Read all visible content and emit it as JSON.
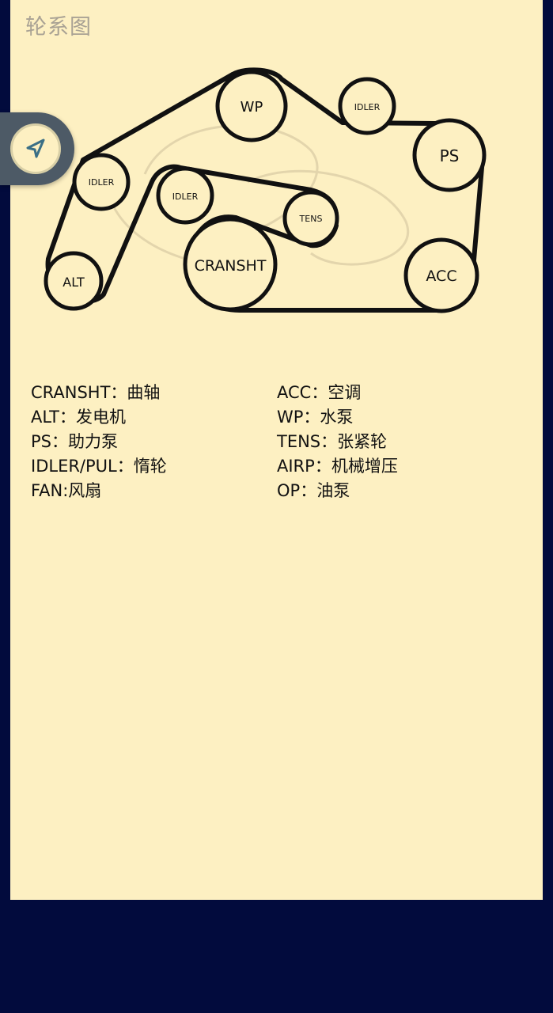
{
  "title": "轮系图",
  "pulleys": [
    {
      "label": "WP"
    },
    {
      "label": "IDLER"
    },
    {
      "label": "PS"
    },
    {
      "label": "IDLER"
    },
    {
      "label": "IDLER"
    },
    {
      "label": "TENS"
    },
    {
      "label": "CRANSHT"
    },
    {
      "label": "ACC"
    },
    {
      "label": "ALT"
    }
  ],
  "legend_left": [
    "CRANSHT：曲轴",
    "ALT：发电机",
    "PS：助力泵",
    "IDLER/PUL：惰轮",
    "FAN:风扇"
  ],
  "legend_right": [
    "ACC：空调",
    "WP：水泵",
    "TENS：张紧轮",
    "AIRP：机械增压",
    "OP：油泵"
  ],
  "icons": {
    "nav": "navigation-arrow-icon"
  },
  "colors": {
    "background": "#020b3d",
    "card": "#fdf0c2",
    "belt": "#111111"
  }
}
